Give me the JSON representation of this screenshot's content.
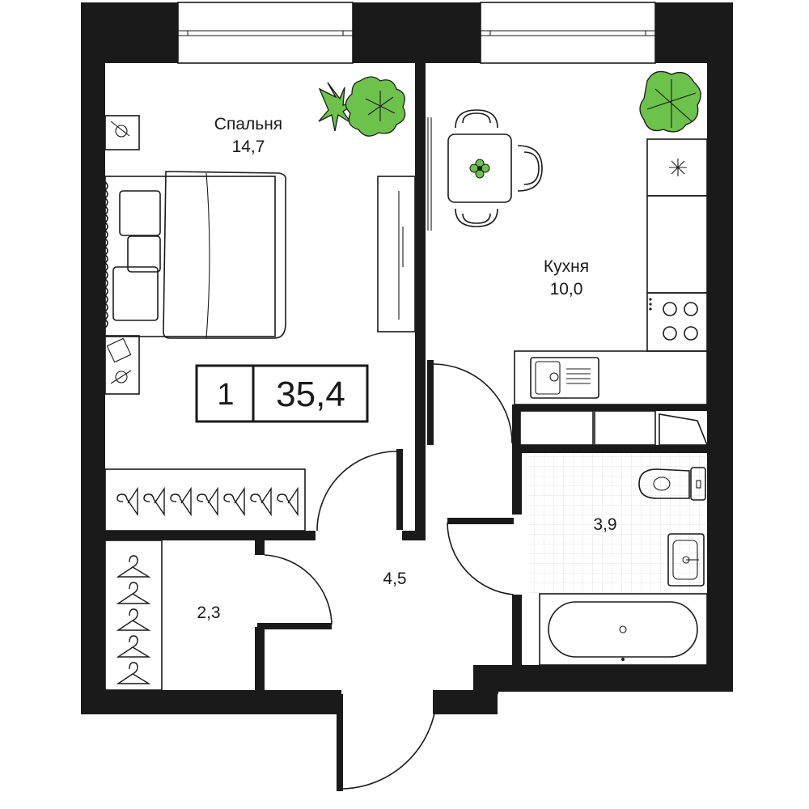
{
  "plan": {
    "rooms_count": "1",
    "total_area": "35,4",
    "rooms": {
      "bedroom": {
        "name": "Спальня",
        "area": "14,7"
      },
      "kitchen": {
        "name": "Кухня",
        "area": "10,0"
      },
      "bathroom": {
        "area": "3,9"
      },
      "hallway": {
        "area": "4,5"
      },
      "wardrobe": {
        "area": "2,3"
      }
    },
    "colors": {
      "wall": "#1a1a1a",
      "background": "#ffffff",
      "plant": "#6cc24a",
      "tile_grid": "#e2e6e2"
    }
  }
}
